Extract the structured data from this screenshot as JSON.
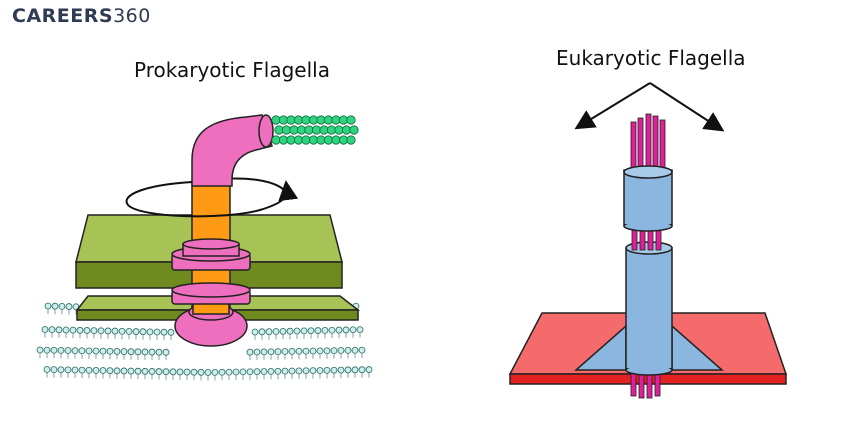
{
  "logo": {
    "brand": "CAREERS",
    "number": "360"
  },
  "titles": {
    "prokaryotic": "Prokaryotic Flagella",
    "eukaryotic": "Eukaryotic Flagella"
  },
  "colors": {
    "membrane_green": "#a7c255",
    "membrane_green_dark": "#6f8a1f",
    "rod_orange": "#ff9a14",
    "motor_pink": "#ef6fbf",
    "filament_green": "#2ed47f",
    "lipid_cyan": "#cdeee9",
    "cylinder_blue": "#8ab6e0",
    "microtubule_magenta": "#e0209a",
    "base_red": "#f56a6a"
  }
}
